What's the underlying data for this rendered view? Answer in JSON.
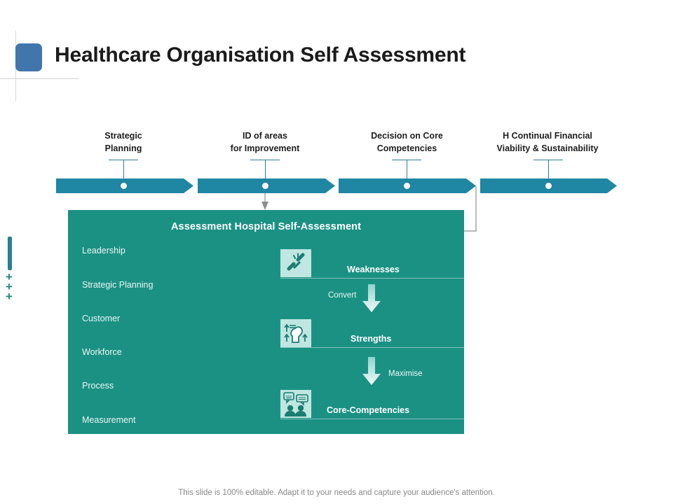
{
  "header": {
    "title": "Healthcare Organisation Self Assessment",
    "square_icon": "rounded-square-icon",
    "accent_blue": "#4176ac"
  },
  "decoration": {
    "bar_color": "#2a7f93",
    "plus_color": "#23887e",
    "plus_glyph": "+",
    "plus_count": 3
  },
  "timeline": {
    "bar_color": "#1f86a3",
    "steps": [
      {
        "label_line1": "Strategic",
        "label_line2": "Planning"
      },
      {
        "label_line1": "ID of areas",
        "label_line2": "for Improvement"
      },
      {
        "label_line1": "Decision on Core",
        "label_line2": "Competencies"
      },
      {
        "label_line1": "H Continual Financial",
        "label_line2": "Viability & Sustainability"
      }
    ]
  },
  "panel": {
    "background": "#1b9184",
    "title": "Assessment Hospital Self-Assessment",
    "categories": [
      "Leadership",
      "Strategic Planning",
      "Customer",
      "Workforce",
      "Process",
      "Measurement"
    ],
    "flow": [
      {
        "icon": "broken-chain-icon",
        "label": "Weaknesses",
        "connector": "Convert"
      },
      {
        "icon": "raised-fist-icon",
        "label": "Strengths",
        "connector": "Maximise"
      },
      {
        "icon": "two-people-chat-icon",
        "label": "Core-Competencies",
        "connector": ""
      }
    ]
  },
  "footer": {
    "note": "This slide is 100% editable. Adapt it to your needs and capture your audience's attention."
  }
}
